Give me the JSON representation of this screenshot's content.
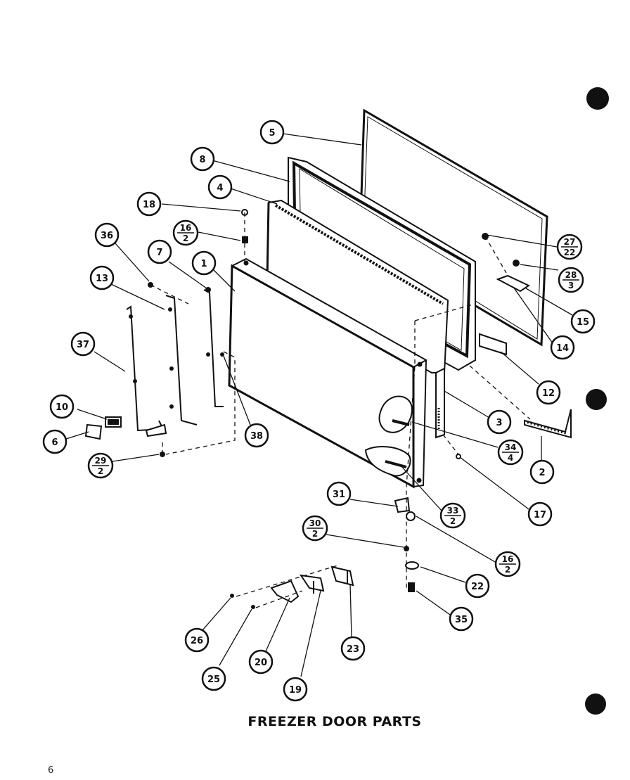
{
  "caption": "FREEZER DOOR PARTS",
  "page_number": "6",
  "callouts": {
    "c5": "5",
    "c8": "8",
    "c4": "4",
    "c18": "18",
    "c16_num": "16",
    "c16_den": "2",
    "c36": "36",
    "c7": "7",
    "c1": "1",
    "c13": "13",
    "c37": "37",
    "c10": "10",
    "c6": "6",
    "c29_num": "29",
    "c29_den": "2",
    "c38": "38",
    "c27_num": "27",
    "c27_den": "22",
    "c28_num": "28",
    "c28_den": "3",
    "c15": "15",
    "c14": "14",
    "c12": "12",
    "c3": "3",
    "c34_num": "34",
    "c34_den": "4",
    "c2": "2",
    "c17": "17",
    "c33_num": "33",
    "c33_den": "2",
    "c31": "31",
    "c30_num": "30",
    "c30_den": "2",
    "c16b_num": "16",
    "c16b_den": "2",
    "c22": "22",
    "c35": "35",
    "c26": "26",
    "c25": "25",
    "c20": "20",
    "c19": "19",
    "c23": "23"
  }
}
